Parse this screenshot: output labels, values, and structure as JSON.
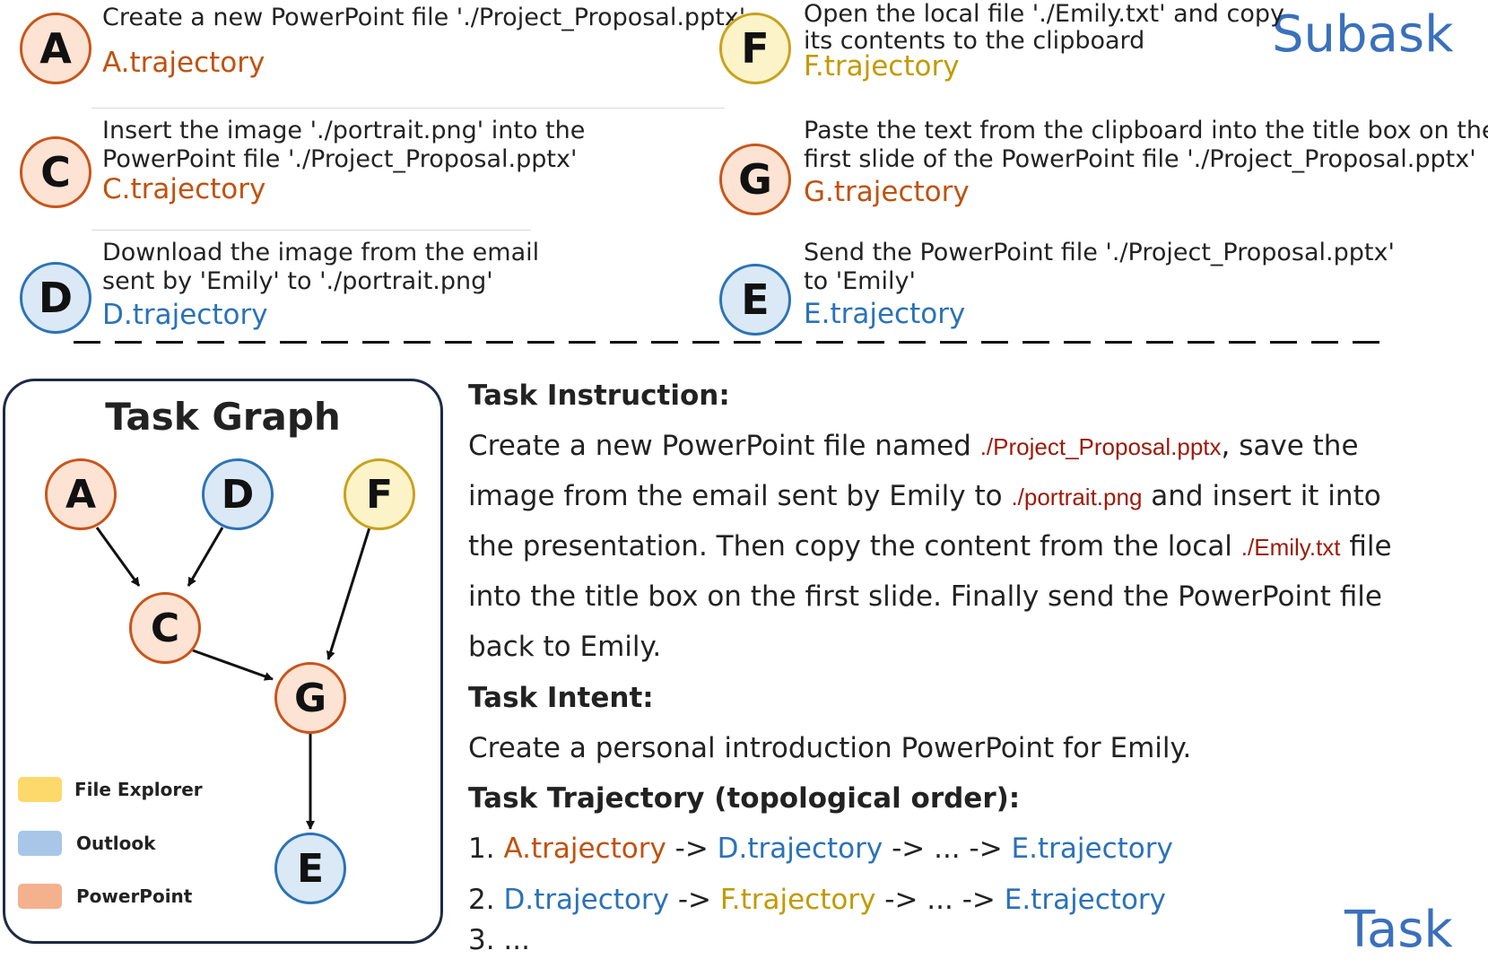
{
  "subtask": {
    "label": "Subask",
    "items": {
      "A": {
        "letter": "A",
        "text_lines": [
          "Create a new PowerPoint file './Project_Proposal.pptx'"
        ],
        "trajectory": "A.trajectory"
      },
      "C": {
        "letter": "C",
        "text_lines": [
          "Insert the image './portrait.png' into the",
          "PowerPoint file './Project_Proposal.pptx'"
        ],
        "trajectory": "C.trajectory"
      },
      "D": {
        "letter": "D",
        "text_lines": [
          "Download the image from the email",
          "sent by 'Emily' to './portrait.png'"
        ],
        "trajectory": "D.trajectory"
      },
      "F": {
        "letter": "F",
        "text_lines": [
          "Open the local file './Emily.txt' and copy",
          "its contents to the clipboard"
        ],
        "trajectory": "F.trajectory"
      },
      "G": {
        "letter": "G",
        "text_lines": [
          "Paste the text from the clipboard into the title box on the",
          "first slide of the PowerPoint file './Project_Proposal.pptx'"
        ],
        "trajectory": "G.trajectory"
      },
      "E": {
        "letter": "E",
        "text_lines": [
          "Send the PowerPoint file './Project_Proposal.pptx'",
          "to 'Emily'"
        ],
        "trajectory": "E.trajectory"
      }
    }
  },
  "task_graph": {
    "title": "Task Graph",
    "nodes": {
      "A": {
        "label": "A",
        "app": "PowerPoint"
      },
      "D": {
        "label": "D",
        "app": "Outlook"
      },
      "F": {
        "label": "F",
        "app": "File Explorer"
      },
      "C": {
        "label": "C",
        "app": "PowerPoint"
      },
      "G": {
        "label": "G",
        "app": "PowerPoint"
      },
      "E": {
        "label": "E",
        "app": "Outlook"
      }
    },
    "edges": [
      [
        "A",
        "C"
      ],
      [
        "D",
        "C"
      ],
      [
        "C",
        "G"
      ],
      [
        "F",
        "G"
      ],
      [
        "G",
        "E"
      ]
    ],
    "legend": [
      {
        "label": "File Explorer",
        "color": "#fcd96a"
      },
      {
        "label": "Outlook",
        "color": "#a7c6e8"
      },
      {
        "label": "PowerPoint",
        "color": "#f4b18e"
      }
    ]
  },
  "colors": {
    "powerpoint_border": "#c8551b",
    "powerpoint_fill": "#fde3d3",
    "outlook_border": "#2c73b4",
    "outlook_fill": "#dbe8f6",
    "file_explorer_border": "#c8a21c",
    "file_explorer_fill": "#fcf3c8",
    "path_text": "#9c1a0a",
    "corner_label": "#3a70bc"
  },
  "task": {
    "label": "Task",
    "instruction_heading": "Task Instruction:",
    "instruction": {
      "l1_a": "Create a new PowerPoint file named ",
      "l1_path": "./Project_Proposal.pptx",
      "l1_b": ", save the",
      "l2_a": "image from the email sent by Emily to ",
      "l2_path": "./portrait.png",
      "l2_b": " and insert it into",
      "l3_a": "the presentation. Then copy the content from the local ",
      "l3_path": "./Emily.txt",
      "l3_b": " file",
      "l4": "into the title box on the first slide. Finally send the PowerPoint file",
      "l5": "back to Emily."
    },
    "intent_heading": "Task Intent:",
    "intent": "Create a personal introduction PowerPoint for Emily.",
    "trajectory_heading": "Task Trajectory (topological order):",
    "trajectories": {
      "t1": {
        "num": "1. ",
        "a": "A.trajectory",
        "s1": " -> ",
        "b": "D.trajectory",
        "s2": " -> ... -> ",
        "c": "E.trajectory"
      },
      "t2": {
        "num": "2. ",
        "a": "D.trajectory",
        "s1": " -> ",
        "b": "F.trajectory",
        "s2": " -> ... -> ",
        "c": "E.trajectory"
      },
      "t3": "3. ..."
    }
  }
}
